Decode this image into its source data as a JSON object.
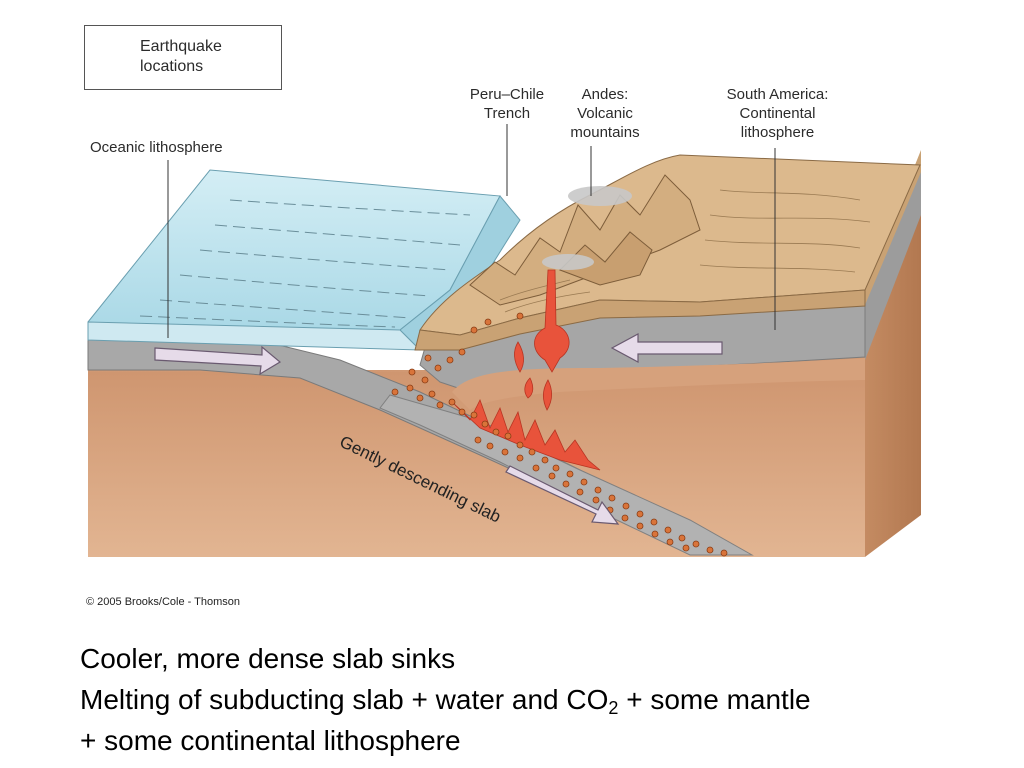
{
  "legend": {
    "label": "Earthquake\nlocations"
  },
  "labels": {
    "oceanic": "Oceanic lithosphere",
    "trench": "Peru–Chile\nTrench",
    "andes": "Andes:\nVolcanic\nmountains",
    "continent": "South America:\nContinental\nlithosphere",
    "slab": "Gently descending slab"
  },
  "copyright": "© 2005 Brooks/Cole - Thomson",
  "caption": {
    "line1": "Cooler, more dense slab sinks",
    "line2_a": "Melting of subducting slab + water and CO",
    "line2_sub": "2",
    "line2_b": " + some mantle",
    "line3": "+ some continental lithosphere"
  },
  "colors": {
    "ocean": "#bfe3ee",
    "lithosphere": "#a9a9a9",
    "mantle": "#d29b76",
    "continent": "#dcb98d",
    "magma": "#e8533b",
    "quake_dot": "#d9743a"
  }
}
